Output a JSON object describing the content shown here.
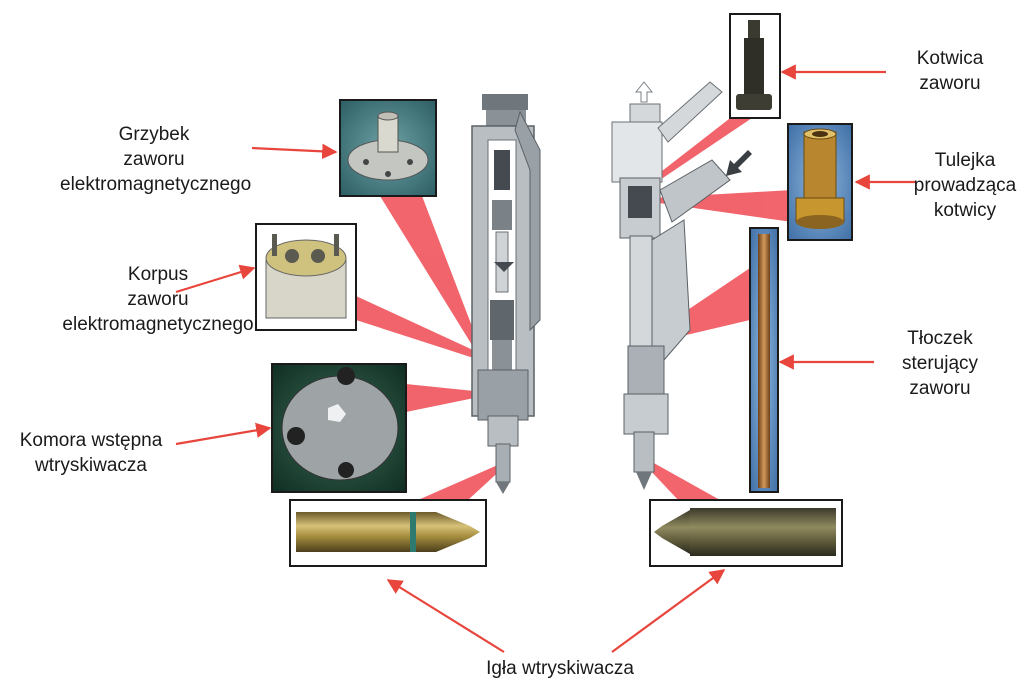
{
  "labels": {
    "grzybek": [
      "Grzybek",
      "zaworu",
      "elektromagnetycznego"
    ],
    "korpus": [
      "Korpus",
      "zaworu",
      "elektromagnetycznego"
    ],
    "komora": [
      "Komora wstępna",
      "wtryskiwacza"
    ],
    "kotwica": [
      "Kotwica",
      "zaworu"
    ],
    "tulejka": [
      "Tulejka",
      "prowadząca",
      "kotwicy"
    ],
    "tloczek": [
      "Tłoczek",
      "sterujący",
      "zaworu"
    ],
    "igla": [
      "Igła wtryskiwacza"
    ]
  },
  "colors": {
    "arrow": "#e8453c",
    "callout": "#f04a52",
    "photo_border": "#1a1a1a",
    "injector_body": "#b9bec2",
    "injector_dark": "#444a50"
  },
  "icons": {
    "arrow": "red-arrow-icon",
    "flow": "flow-arrow-icon"
  }
}
